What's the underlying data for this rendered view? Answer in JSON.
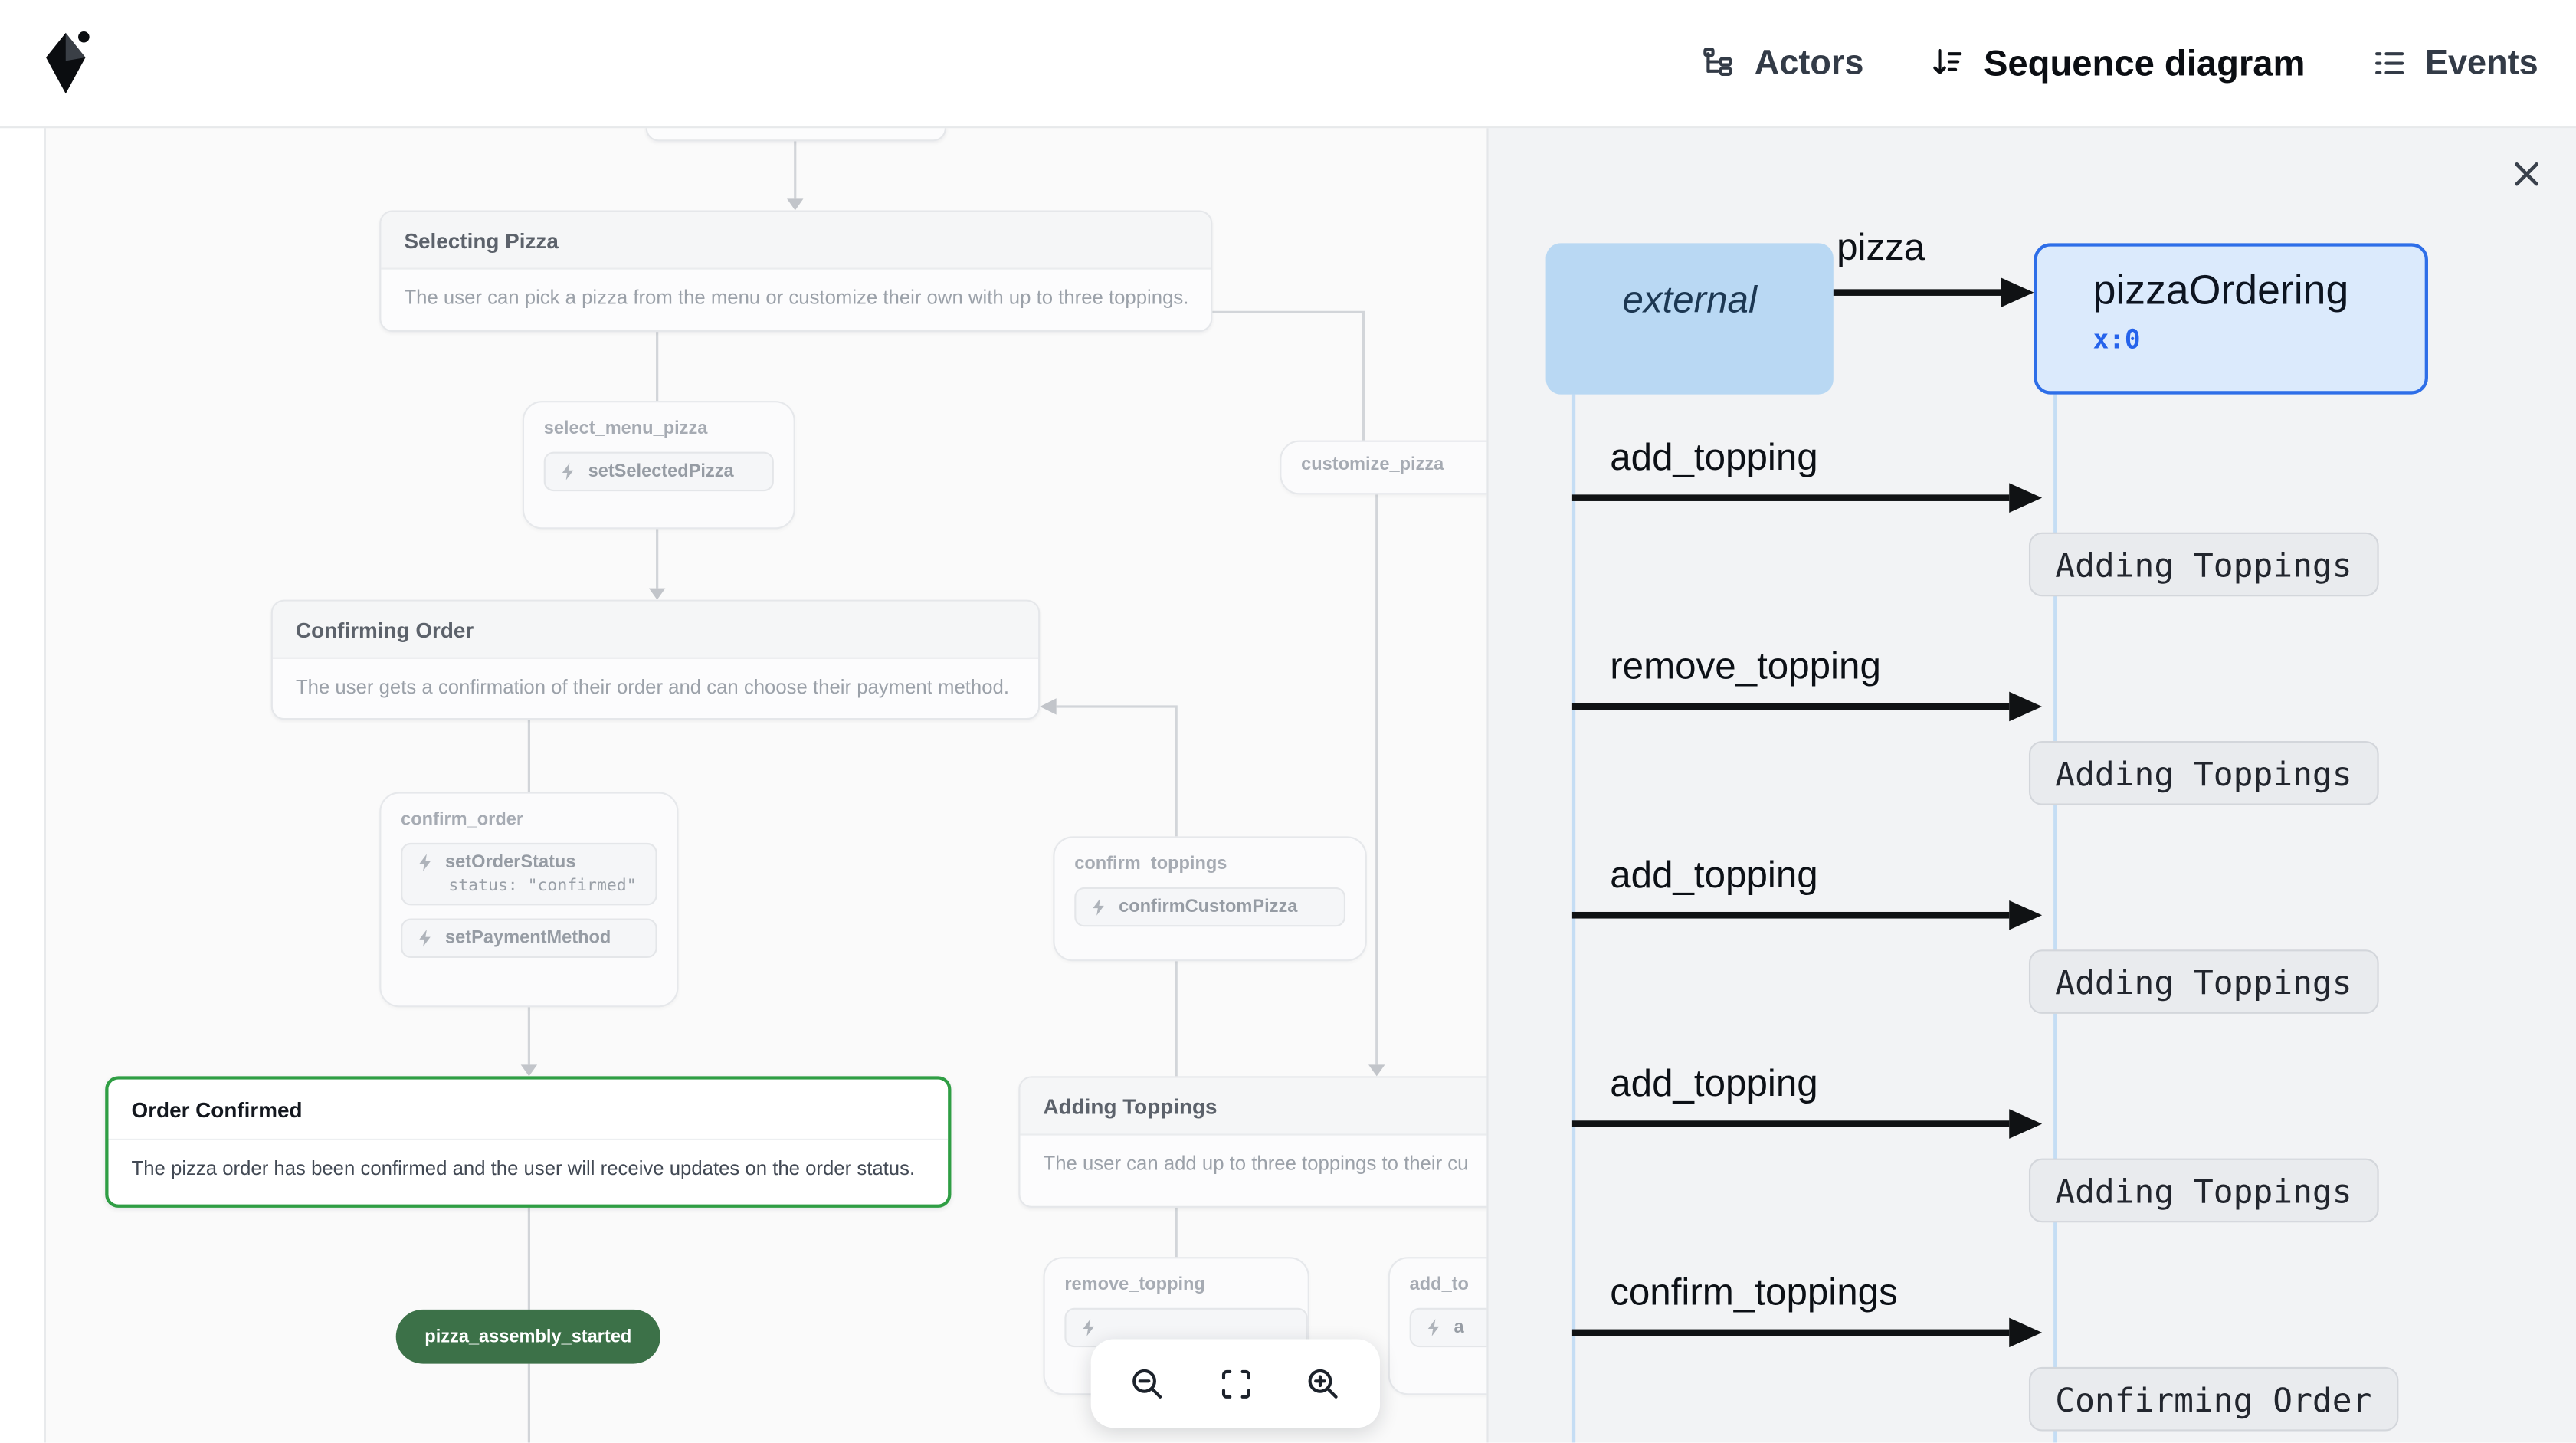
{
  "header": {
    "nav": [
      {
        "label": "Actors",
        "icon": "actors-icon"
      },
      {
        "label": "Sequence diagram",
        "icon": "sequence-diagram-icon",
        "active": true
      },
      {
        "label": "Events",
        "icon": "events-icon"
      }
    ]
  },
  "canvas": {
    "selecting_pizza": {
      "title": "Selecting Pizza",
      "description": "The user can pick a pizza from the menu or customize their own with up to three toppings."
    },
    "select_menu_pizza": {
      "label": "select_menu_pizza",
      "action": "setSelectedPizza"
    },
    "customize_pizza": {
      "label": "customize_pizza"
    },
    "confirming_order": {
      "title": "Confirming Order",
      "description": "The user gets a confirmation of their order and can choose their payment method."
    },
    "confirm_order": {
      "label": "confirm_order",
      "action1": "setOrderStatus",
      "action1_param": "status: \"confirmed\"",
      "action2": "setPaymentMethod"
    },
    "confirm_toppings": {
      "label": "confirm_toppings",
      "action": "confirmCustomPizza"
    },
    "order_confirmed": {
      "title": "Order Confirmed",
      "description": "The pizza order has been confirmed and the user will receive updates on the order status."
    },
    "adding_toppings": {
      "title": "Adding Toppings",
      "description": "The user can add up to three toppings to their cu"
    },
    "pizza_assembly_started": {
      "label": "pizza_assembly_started"
    },
    "remove_topping": {
      "label": "remove_topping"
    },
    "add_topping_partial": {
      "label": "add_to",
      "action": "a"
    }
  },
  "sequence": {
    "clipped_label": "pizza",
    "external": {
      "label": "external"
    },
    "machine": {
      "name": "pizzaOrdering",
      "counter": "x:0"
    },
    "messages": [
      {
        "event": "add_topping",
        "state": "Adding Toppings"
      },
      {
        "event": "remove_topping",
        "state": "Adding Toppings"
      },
      {
        "event": "add_topping",
        "state": "Adding Toppings"
      },
      {
        "event": "add_topping",
        "state": "Adding Toppings"
      },
      {
        "event": "confirm_toppings",
        "state": "Confirming Order"
      }
    ]
  },
  "icons": {
    "logo": "stately-logo",
    "close": "close-icon",
    "zoom_out": "zoom-out-icon",
    "fit_view": "fit-view-icon",
    "zoom_in": "zoom-in-icon",
    "action": "lightning-icon"
  },
  "colors": {
    "accent_blue": "#2563eb",
    "machine_border": "#2e6ee8",
    "actor_fill": "#b9d8f3",
    "active_green_border": "#2f9e44",
    "pill_green": "#3c7148",
    "arrow_black": "#101214",
    "panel_bg": "#f2f3f5",
    "canvas_bg": "#fafafa"
  }
}
